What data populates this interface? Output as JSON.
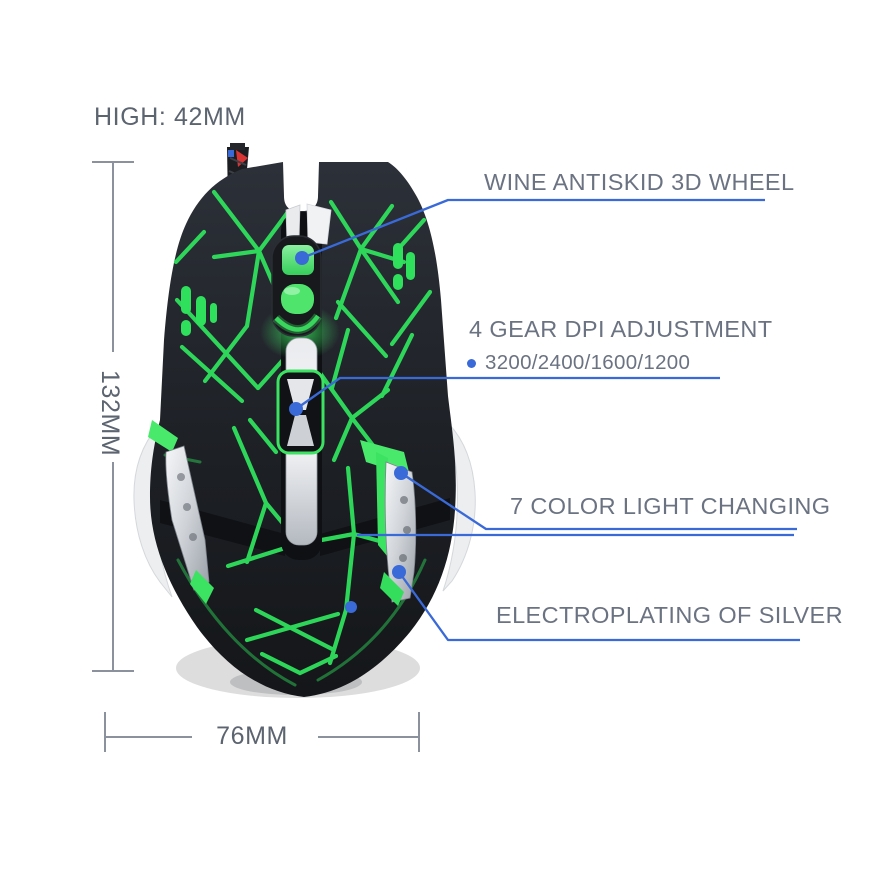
{
  "page": {
    "background": "#ffffff"
  },
  "colors": {
    "accent_blue": "#3a6ad8",
    "label_gray": "#6b7382",
    "dimension_gray": "#5c6470",
    "line_gray": "#8b919d",
    "neon_green": "#2fe05c"
  },
  "dimensions": {
    "height": "HIGH: 42MM",
    "length": "132MM",
    "width": "76MM"
  },
  "callouts": {
    "wheel": {
      "label": "WINE ANTISKID 3D WHEEL"
    },
    "dpi": {
      "label": "4 GEAR DPI ADJUSTMENT",
      "values": "3200/2400/1600/1200"
    },
    "light": {
      "label": "7 COLOR LIGHT CHANGING"
    },
    "plating": {
      "label": "ELECTROPLATING OF SILVER"
    }
  }
}
